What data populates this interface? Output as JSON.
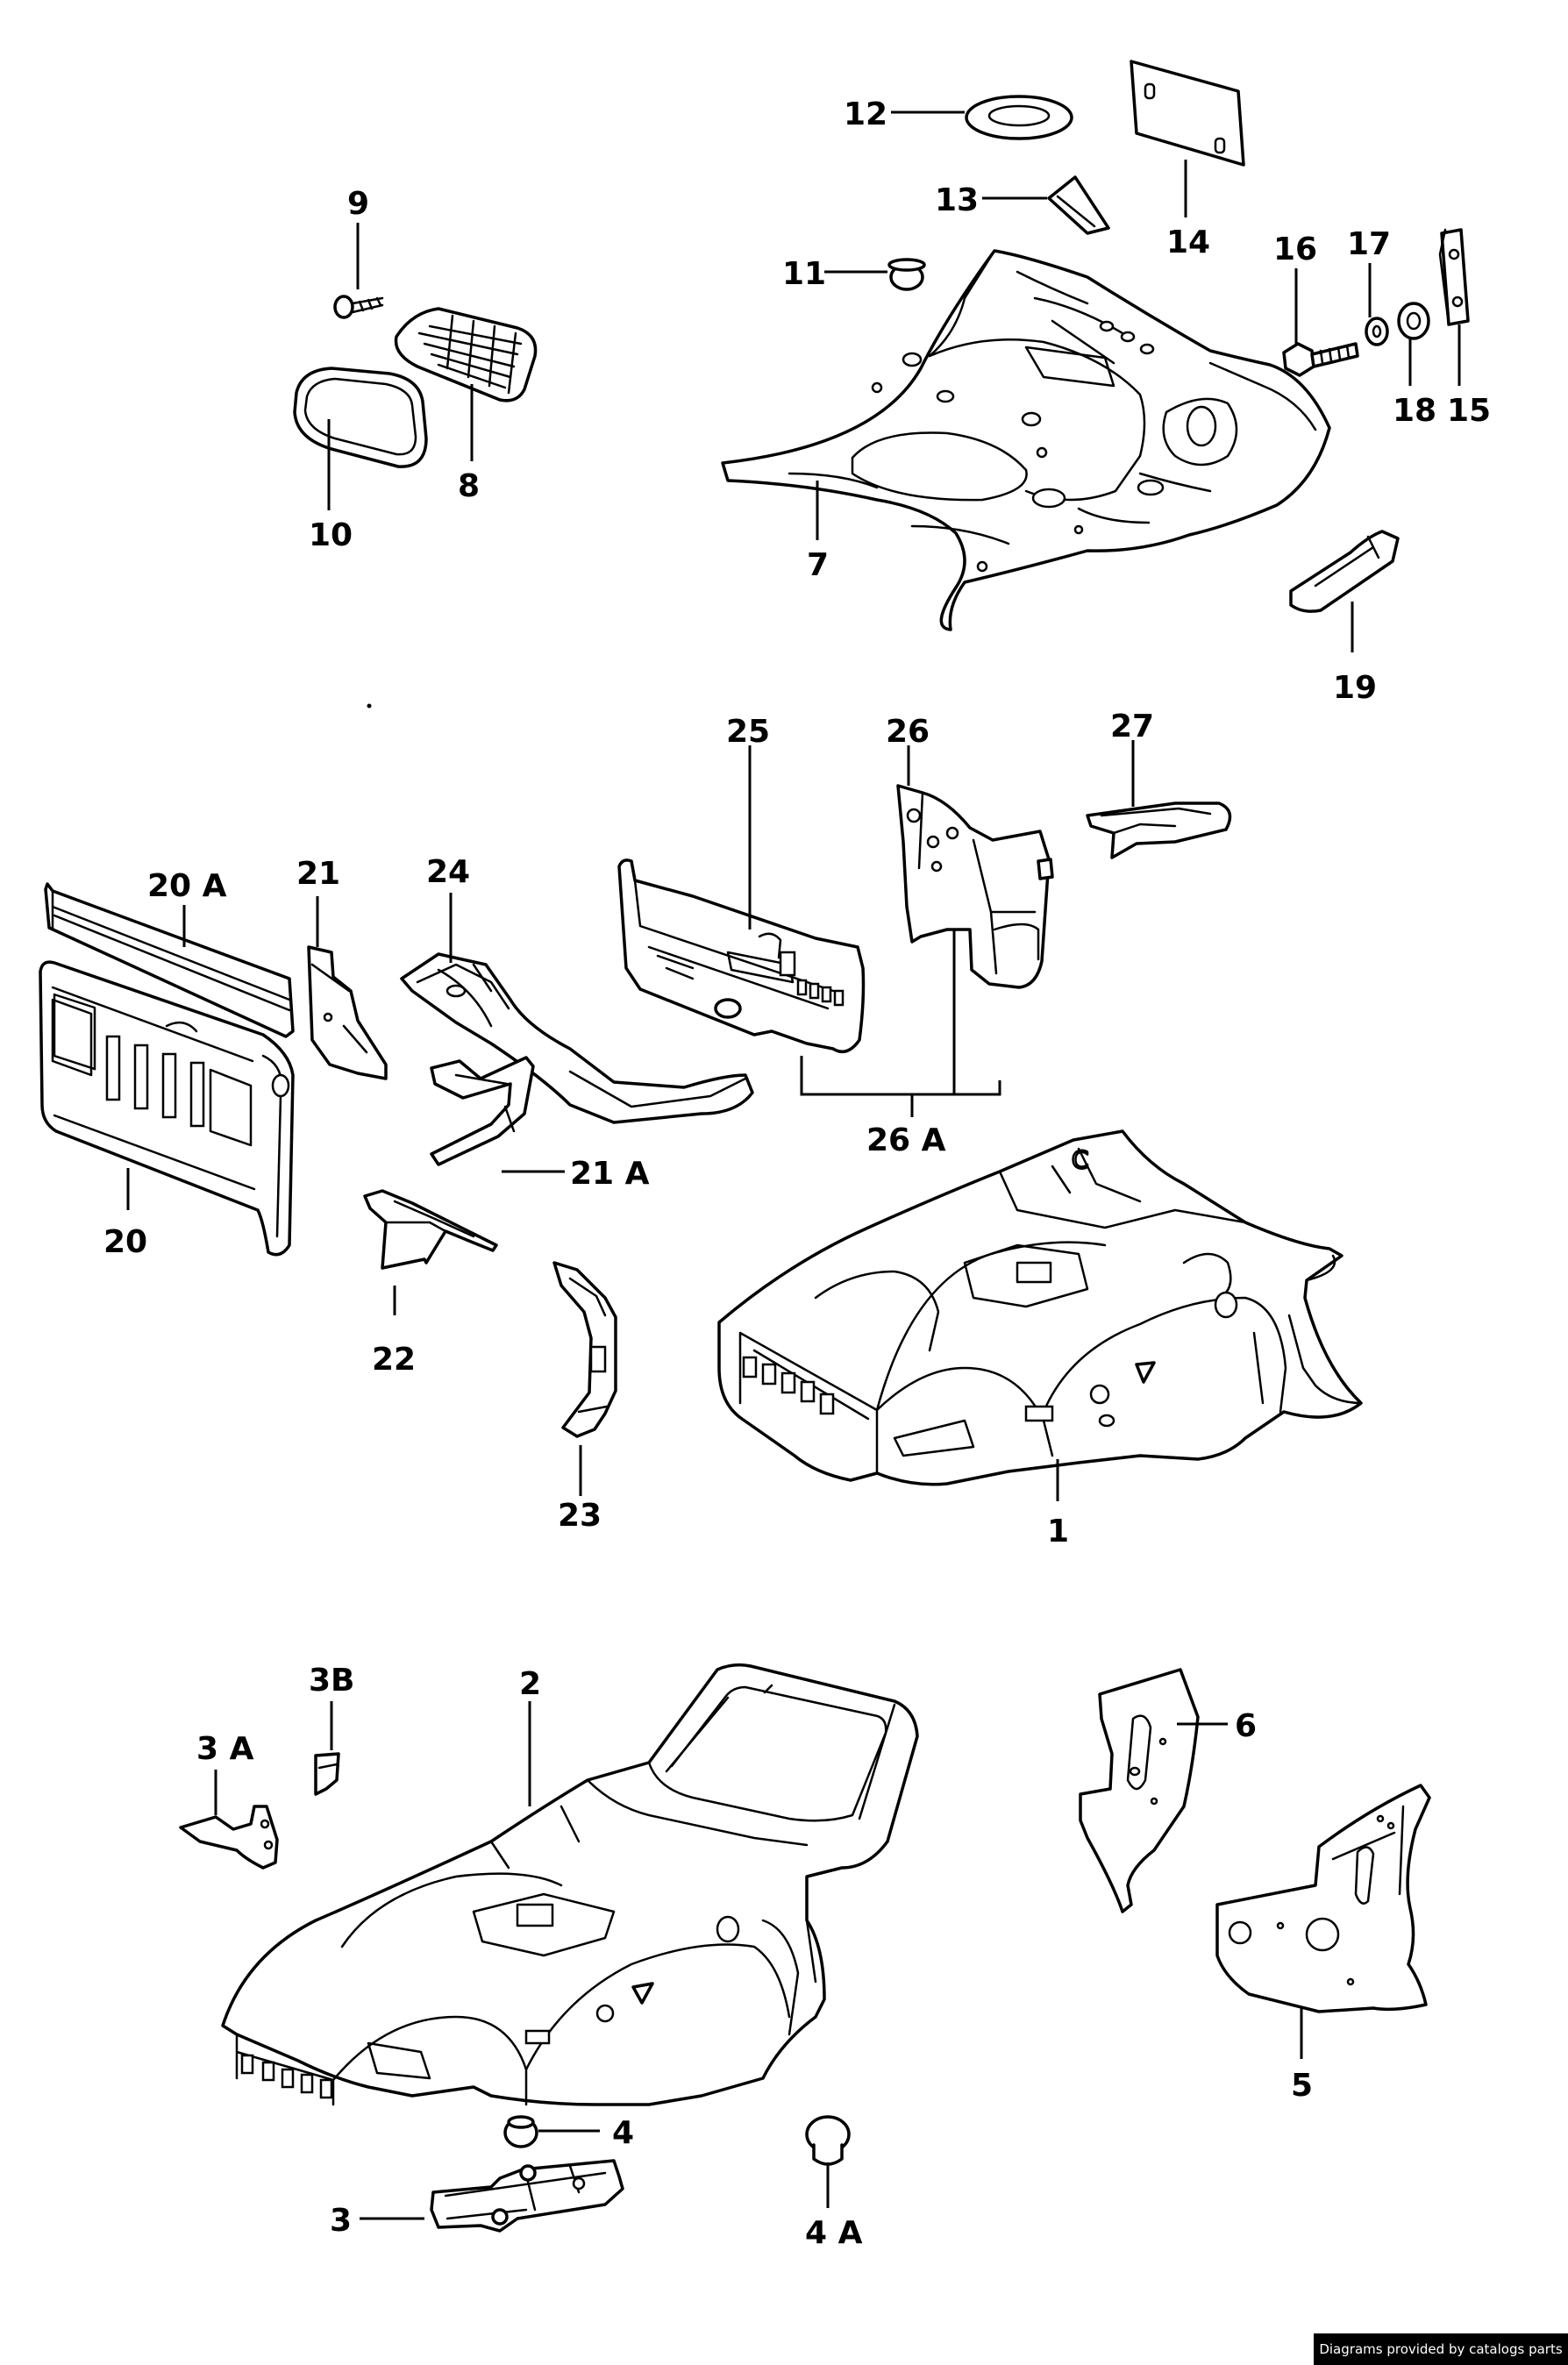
{
  "callouts": {
    "c1": "1",
    "c2": "2",
    "c3": "3",
    "c3a": "3 A",
    "c3b": "3B",
    "c4": "4",
    "c4a": "4 A",
    "c5": "5",
    "c6": "6",
    "c7": "7",
    "c8": "8",
    "c9": "9",
    "c10": "10",
    "c11": "11",
    "c12": "12",
    "c13": "13",
    "c14": "14",
    "c15": "15",
    "c16": "16",
    "c17": "17",
    "c18": "18",
    "c19": "19",
    "c20": "20",
    "c20a": "20 A",
    "c21": "21",
    "c21a": "21 A",
    "c22": "22",
    "c23": "23",
    "c24": "24",
    "c25": "25",
    "c26": "26",
    "c26a": "26 A",
    "c27": "27"
  },
  "footer": {
    "credit": "Diagrams provided by catalogs parts"
  }
}
